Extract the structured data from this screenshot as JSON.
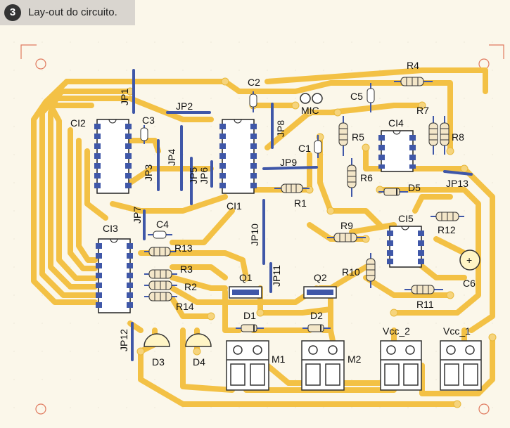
{
  "header": {
    "number": "3",
    "title": "Lay-out do circuito."
  },
  "colors": {
    "trace": "#f3c145",
    "pad": "#f6d47c",
    "background": "#fbf7ea",
    "component": "#3f57a8",
    "ic_fill": "#ffffff",
    "outline": "#222222"
  },
  "labels": {
    "ci1": "CI1",
    "ci2": "CI2",
    "ci3": "CI3",
    "ci4": "CI4",
    "ci5": "CI5",
    "jp1": "JP1",
    "jp2": "JP2",
    "jp3": "JP3",
    "jp4": "JP4",
    "jp5": "JP5",
    "jp6": "JP6",
    "jp7": "JP7",
    "jp8": "JP8",
    "jp9": "JP9",
    "jp10": "JP10",
    "jp11": "JP11",
    "jp12": "JP12",
    "jp13": "JP13",
    "r1": "R1",
    "r2": "R2",
    "r3": "R3",
    "r4": "R4",
    "r5": "R5",
    "r6": "R6",
    "r7": "R7",
    "r8": "R8",
    "r9": "R9",
    "r10": "R10",
    "r11": "R11",
    "r12": "R12",
    "r13": "R13",
    "r14": "R14",
    "c1": "C1",
    "c2": "C2",
    "c3": "C3",
    "c4": "C4",
    "c5": "C5",
    "c6": "C6",
    "d1": "D1",
    "d2": "D2",
    "d3": "D3",
    "d4": "D4",
    "d5": "D5",
    "q1": "Q1",
    "q2": "Q2",
    "m1": "M1",
    "m2": "M2",
    "mic": "MIC",
    "vcc1": "Vcc_1",
    "vcc2": "Vcc_2",
    "plus": "+"
  }
}
